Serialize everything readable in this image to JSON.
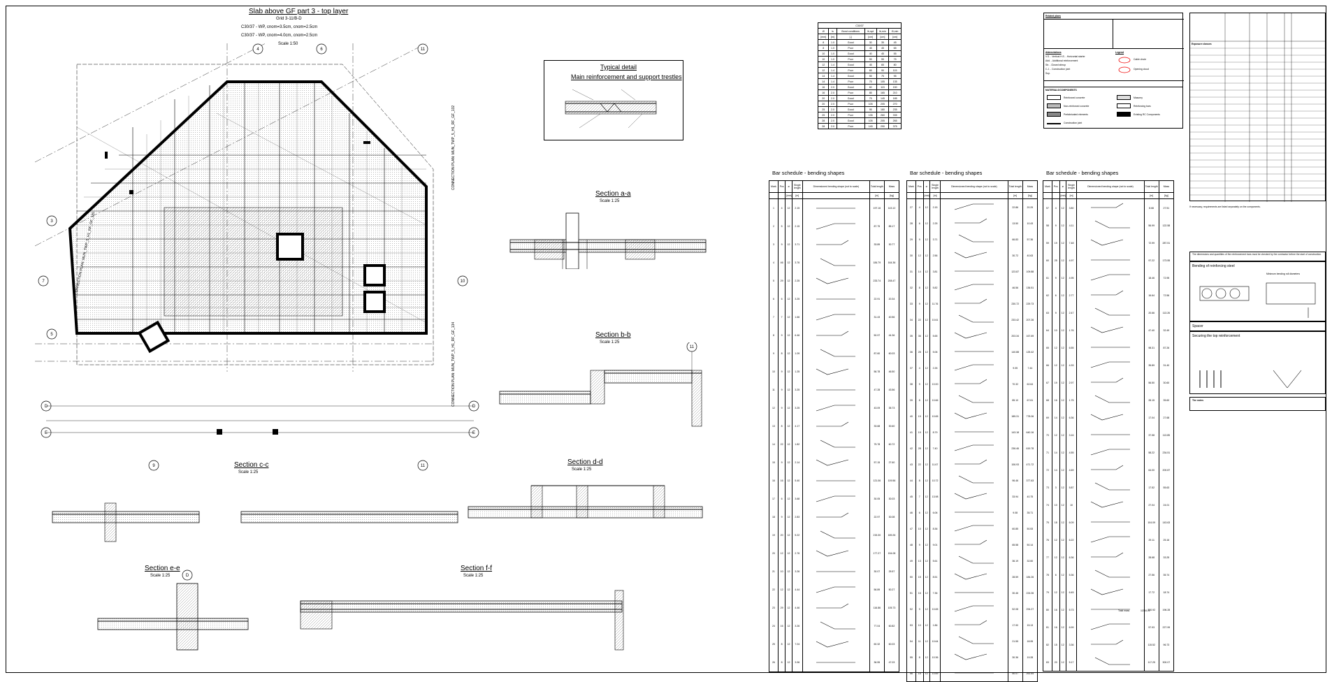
{
  "plan": {
    "title": "Slab above GF part 3 - top layer",
    "grid": "Grid 3-11/B-D",
    "note1": "C30/37 - WP, cnom=3.5cm, cnom=2.5cm",
    "note2": "C30/37 - WP, cnom=4.0cm, cnom=2.5cm",
    "scale": "Scale 1:50",
    "connection_left": "CONNECTION PLAN: MUN_TWP_5_H1_RF_GF_135",
    "connection_right_top": "CONNECTION PLAN: MUN_TWP_5_H1_RF_GF_132",
    "connection_right_bottom": "CONNECTION PLAN: MUN_TWP_5_H1_RF_GF_134",
    "axes": [
      "4",
      "6",
      "11",
      "3",
      "5",
      "7",
      "10",
      "D",
      "E",
      "9"
    ]
  },
  "typical_detail": {
    "title1": "Typical detail",
    "title2": "Main reinforcement and support trestles"
  },
  "sections": {
    "aa": {
      "title": "Section a-a",
      "scale": "Scale 1:25"
    },
    "bb": {
      "title": "Section b-b",
      "scale": "Scale 1:25"
    },
    "cc": {
      "title": "Section c-c",
      "scale": "Scale 1:25"
    },
    "dd": {
      "title": "Section d-d",
      "scale": "Scale 1:25"
    },
    "ee": {
      "title": "Section e-e",
      "scale": "Scale 1:25"
    },
    "ff": {
      "title": "Section f-f",
      "scale": "Scale 1:25"
    }
  },
  "lap_table": {
    "caption": "C30/37",
    "headers": [
      "Ø",
      "ls",
      "Bond conditions",
      "lb,rqd",
      "lb,min",
      "l0,min"
    ],
    "units": [
      "[mm]",
      "[m]",
      "[-]",
      "[cm]",
      "[cm]",
      "[cm]"
    ],
    "rows": [
      [
        "8",
        "1.0",
        "Good",
        "30",
        "35",
        "45"
      ],
      [
        "8",
        "1.0",
        "Poor",
        "45",
        "45",
        "65"
      ],
      [
        "10",
        "1.0",
        "Good",
        "40",
        "45",
        "55"
      ],
      [
        "10",
        "1.0",
        "Poor",
        "55",
        "55",
        "75"
      ],
      [
        "12",
        "1.4",
        "Good",
        "45",
        "65",
        "80"
      ],
      [
        "12",
        "1.4",
        "Poor",
        "65",
        "90",
        "115"
      ],
      [
        "14",
        "1.4",
        "Good",
        "55",
        "75",
        "95"
      ],
      [
        "14",
        "1.4",
        "Poor",
        "75",
        "105",
        "135"
      ],
      [
        "16",
        "2.0",
        "Good",
        "60",
        "115",
        "150"
      ],
      [
        "16",
        "2.0",
        "Poor",
        "85",
        "165",
        "210"
      ],
      [
        "20",
        "2.0",
        "Good",
        "75",
        "145",
        "185"
      ],
      [
        "20",
        "2.0",
        "Poor",
        "105",
        "205",
        "270"
      ],
      [
        "25",
        "2.0",
        "Good",
        "95",
        "180",
        "235"
      ],
      [
        "25",
        "2.0",
        "Poor",
        "135",
        "260",
        "335"
      ],
      [
        "28",
        "2.0",
        "Good",
        "105",
        "205",
        "265"
      ],
      [
        "28",
        "2.0",
        "Poor",
        "145",
        "290",
        "375"
      ]
    ]
  },
  "bar_schedule": {
    "title": "Bar schedule - bending shapes",
    "headers": [
      "Mark",
      "Pcs",
      "ø",
      "Single length",
      "Dimensioned bending shape (not to scale)",
      "Total length",
      "Mass"
    ],
    "units": [
      "",
      "",
      "[mm]",
      "[m]",
      "",
      "[m]",
      "[kg]"
    ],
    "col1": [
      [
        "1",
        "4",
        "12",
        "2.15",
        "",
        "197.16",
        "143.12"
      ],
      [
        "2",
        "5",
        "12",
        "2.15",
        "",
        "87.75",
        "85.17"
      ],
      [
        "3",
        "9",
        "12",
        "3.71",
        "",
        "33.89",
        "30.77"
      ],
      [
        "4",
        "46",
        "12",
        "3.76",
        "",
        "184.79",
        "164.36"
      ],
      [
        "5",
        "29",
        "12",
        "2.25",
        "",
        "233.74",
        "208.47"
      ],
      [
        "6",
        "6",
        "12",
        "3.25",
        "",
        "22.91",
        "20.34"
      ],
      [
        "7",
        "7",
        "12",
        "1.66",
        "",
        "31.43",
        "40.56"
      ],
      [
        "8",
        "9",
        "12",
        "6.46",
        "",
        "50.97",
        "44.36"
      ],
      [
        "9",
        "8",
        "12",
        "1.09",
        "",
        "87.60",
        "60.03"
      ],
      [
        "10",
        "9",
        "12",
        "1.25",
        "",
        "56.78",
        "46.50"
      ],
      [
        "11",
        "9",
        "12",
        "3.25",
        "",
        "47.28",
        "43.56"
      ],
      [
        "12",
        "9",
        "12",
        "3.25",
        "",
        "43.09",
        "35.73"
      ],
      [
        "13",
        "8",
        "12",
        "4.17",
        "",
        "33.68",
        "30.60"
      ],
      [
        "14",
        "22",
        "12",
        "1.82",
        "",
        "75.78",
        "60.72"
      ],
      [
        "15",
        "9",
        "12",
        "2.14",
        "",
        "57.15",
        "27.60"
      ],
      [
        "16",
        "16",
        "12",
        "5.40",
        "",
        "121.06",
        "109.56"
      ],
      [
        "17",
        "6",
        "12",
        "3.68",
        "",
        "30.05",
        "30.03"
      ],
      [
        "18",
        "9",
        "12",
        "2.83",
        "",
        "22.97",
        "30.08"
      ],
      [
        "19",
        "20",
        "12",
        "5.22",
        "",
        "215.30",
        "189.26"
      ],
      [
        "20",
        "12",
        "12",
        "2.76",
        "",
        "177.27",
        "154.08"
      ],
      [
        "21",
        "10",
        "12",
        "3.26",
        "",
        "30.07",
        "25.57"
      ],
      [
        "22",
        "12",
        "12",
        "4.44",
        "",
        "56.89",
        "50.27"
      ],
      [
        "23",
        "29",
        "12",
        "4.46",
        "",
        "116.86",
        "105.73"
      ],
      [
        "24",
        "16",
        "12",
        "3.26",
        "",
        "77.04",
        "60.82"
      ],
      [
        "25",
        "8",
        "12",
        "7.04",
        "",
        "60.32",
        "60.03"
      ],
      [
        "26",
        "8",
        "12",
        "3.96",
        "",
        "36.55",
        "47.03"
      ]
    ],
    "col2": [
      [
        "27",
        "4",
        "12",
        "2.15",
        "",
        "22.86",
        "20.29"
      ],
      [
        "28",
        "6",
        "12",
        "2.25",
        "",
        "13.50",
        "10.43"
      ],
      [
        "29",
        "9",
        "12",
        "3.71",
        "",
        "66.83",
        "57.36"
      ],
      [
        "30",
        "12",
        "12",
        "2.56",
        "",
        "30.72",
        "40.63"
      ],
      [
        "31",
        "14",
        "12",
        "3.81",
        "",
        "123.87",
        "109.88"
      ],
      [
        "32",
        "8",
        "12",
        "5.82",
        "",
        "46.56",
        "136.51"
      ],
      [
        "33",
        "9",
        "12",
        "11.76",
        "",
        "230.72",
        "229.73"
      ],
      [
        "34",
        "22",
        "12",
        "10.61",
        "",
        "233.42",
        "207.26"
      ],
      [
        "35",
        "36",
        "12",
        "5.65",
        "",
        "203.34",
        "167.69"
      ],
      [
        "36",
        "28",
        "12",
        "5.06",
        "",
        "140.88",
        "125.42"
      ],
      [
        "37",
        "4",
        "12",
        "2.26",
        "",
        "9.05",
        "7.44"
      ],
      [
        "38",
        "9",
        "12",
        "10.00",
        "",
        "70.32",
        "62.64"
      ],
      [
        "39",
        "8",
        "12",
        "10.66",
        "",
        "85.10",
        "67.61"
      ],
      [
        "40",
        "19",
        "12",
        "10.65",
        "",
        "185.31",
        "778.06"
      ],
      [
        "41",
        "19",
        "12",
        "8.79",
        "",
        "143.18",
        "640.16"
      ],
      [
        "42",
        "28",
        "12",
        "7.40",
        "",
        "236.46",
        "619.78"
      ],
      [
        "43",
        "22",
        "12",
        "11.67",
        "",
        "106.93",
        "471.72"
      ],
      [
        "44",
        "8",
        "12",
        "10.72",
        "",
        "96.46",
        "377.63"
      ],
      [
        "45",
        "7",
        "12",
        "13.98",
        "",
        "33.94",
        "40.75"
      ],
      [
        "46",
        "6",
        "12",
        "6.06",
        "",
        "9.08",
        "35.71"
      ],
      [
        "47",
        "10",
        "12",
        "8.36",
        "",
        "60.85",
        "50.53"
      ],
      [
        "48",
        "9",
        "12",
        "9.01",
        "",
        "65.58",
        "50.14"
      ],
      [
        "49",
        "13",
        "12",
        "5.61",
        "",
        "36.19",
        "32.60"
      ],
      [
        "50",
        "15",
        "12",
        "8.51",
        "",
        "28.59",
        "184.26"
      ],
      [
        "51",
        "16",
        "12",
        "7.36",
        "",
        "30.46",
        "224.06"
      ],
      [
        "52",
        "9",
        "12",
        "10.65",
        "",
        "52.08",
        "294.27"
      ],
      [
        "53",
        "10",
        "12",
        "1.86",
        "",
        "17.90",
        "15.13"
      ],
      [
        "54",
        "11",
        "12",
        "10.64",
        "",
        "21.55",
        "18.95"
      ],
      [
        "55",
        "8",
        "12",
        "10.36",
        "",
        "30.36",
        "19.28"
      ],
      [
        "56",
        "15",
        "12",
        "10.69",
        "",
        "50.07",
        "261.64"
      ]
    ],
    "col3": [
      [
        "57",
        "4",
        "12",
        "3.80",
        "",
        "8.66",
        "27.51"
      ],
      [
        "58",
        "9",
        "12",
        "4.11",
        "",
        "56.99",
        "122.58"
      ],
      [
        "59",
        "19",
        "12",
        "7.48",
        "",
        "72.99",
        "287.51"
      ],
      [
        "60",
        "25",
        "12",
        "4.97",
        "",
        "97.22",
        "173.55"
      ],
      [
        "61",
        "9",
        "12",
        "4.95",
        "",
        "18.46",
        "72.95"
      ],
      [
        "62",
        "6",
        "12",
        "2.77",
        "",
        "16.64",
        "72.56"
      ],
      [
        "63",
        "9",
        "12",
        "2.47",
        "",
        "20.66",
        "113.26"
      ],
      [
        "64",
        "10",
        "12",
        "1.76",
        "",
        "47.40",
        "32.49"
      ],
      [
        "65",
        "12",
        "12",
        "6.55",
        "",
        "98.31",
        "87.26"
      ],
      [
        "66",
        "12",
        "12",
        "4.33",
        "",
        "35.89",
        "31.40"
      ],
      [
        "67",
        "19",
        "12",
        "2.97",
        "",
        "56.50",
        "30.60"
      ],
      [
        "68",
        "16",
        "12",
        "1.75",
        "",
        "28.15",
        "35.60"
      ],
      [
        "69",
        "14",
        "12",
        "6.36",
        "",
        "17.04",
        "27.68"
      ],
      [
        "70",
        "12",
        "12",
        "3.16",
        "",
        "37.58",
        "113.85"
      ],
      [
        "71",
        "14",
        "12",
        "4.55",
        "",
        "58.22",
        "234.51"
      ],
      [
        "72",
        "14",
        "12",
        "4.69",
        "",
        "64.00",
        "200.87"
      ],
      [
        "73",
        "3",
        "12",
        "5.87",
        "",
        "17.52",
        "55.63"
      ],
      [
        "74",
        "10",
        "12",
        "10",
        "",
        "27.04",
        "24.01"
      ],
      [
        "75",
        "18",
        "12",
        "6.09",
        "",
        "104.09",
        "143.63"
      ],
      [
        "76",
        "12",
        "12",
        "6.22",
        "",
        "29.11",
        "25.16"
      ],
      [
        "77",
        "12",
        "12",
        "6.36",
        "",
        "28.68",
        "33.25"
      ],
      [
        "78",
        "6",
        "12",
        "5.36",
        "",
        "27.56",
        "35.74"
      ],
      [
        "79",
        "12",
        "12",
        "6.45",
        "",
        "17.72",
        "18.74"
      ],
      [
        "80",
        "16",
        "12",
        "5.73",
        "",
        "220.92",
        "196.28"
      ],
      [
        "81",
        "16",
        "12",
        "6.99",
        "",
        "57.93",
        "227.99"
      ],
      [
        "82",
        "15",
        "12",
        "3.36",
        "",
        "115.52",
        "96.73"
      ],
      [
        "83",
        "20",
        "12",
        "5.17",
        "",
        "117.25",
        "300.07"
      ]
    ],
    "total_label": "Total mass",
    "total_value": "11334.22"
  },
  "right_panel": {
    "related_plans": "Related plans",
    "legend": "Legend",
    "abbreviations": "Abbreviations",
    "abbr": [
      "V.S. - Vertical    H.S. - Horizontal starter",
      "Add. - Additional reinforcement",
      "Str. - Closed stirrup",
      "C.J. - Construction joint",
      "Sup."
    ],
    "legend_items": [
      "Cable chute",
      "Opening cloud"
    ],
    "materials_title": "MATERIALS/COMPONENTS",
    "materials": [
      "Reinforced concrete",
      "Masonry",
      "Non-reinforced concrete",
      "Reinforcing bars",
      "Prefabricated elements",
      "Existing RC Components",
      "Construction joint"
    ],
    "notes": [
      "If necessary, requirements are listed separately on the components.",
      "The dimensions and quantities of the reinforcement bars must be checked by the contractor before the start of construction.",
      "Bending of reinforcing steel",
      "Minimum bending roll diameters",
      "Spacer",
      "Securing the top reinforcement",
      "The notes"
    ],
    "exposure_title": "Exposure classes"
  }
}
